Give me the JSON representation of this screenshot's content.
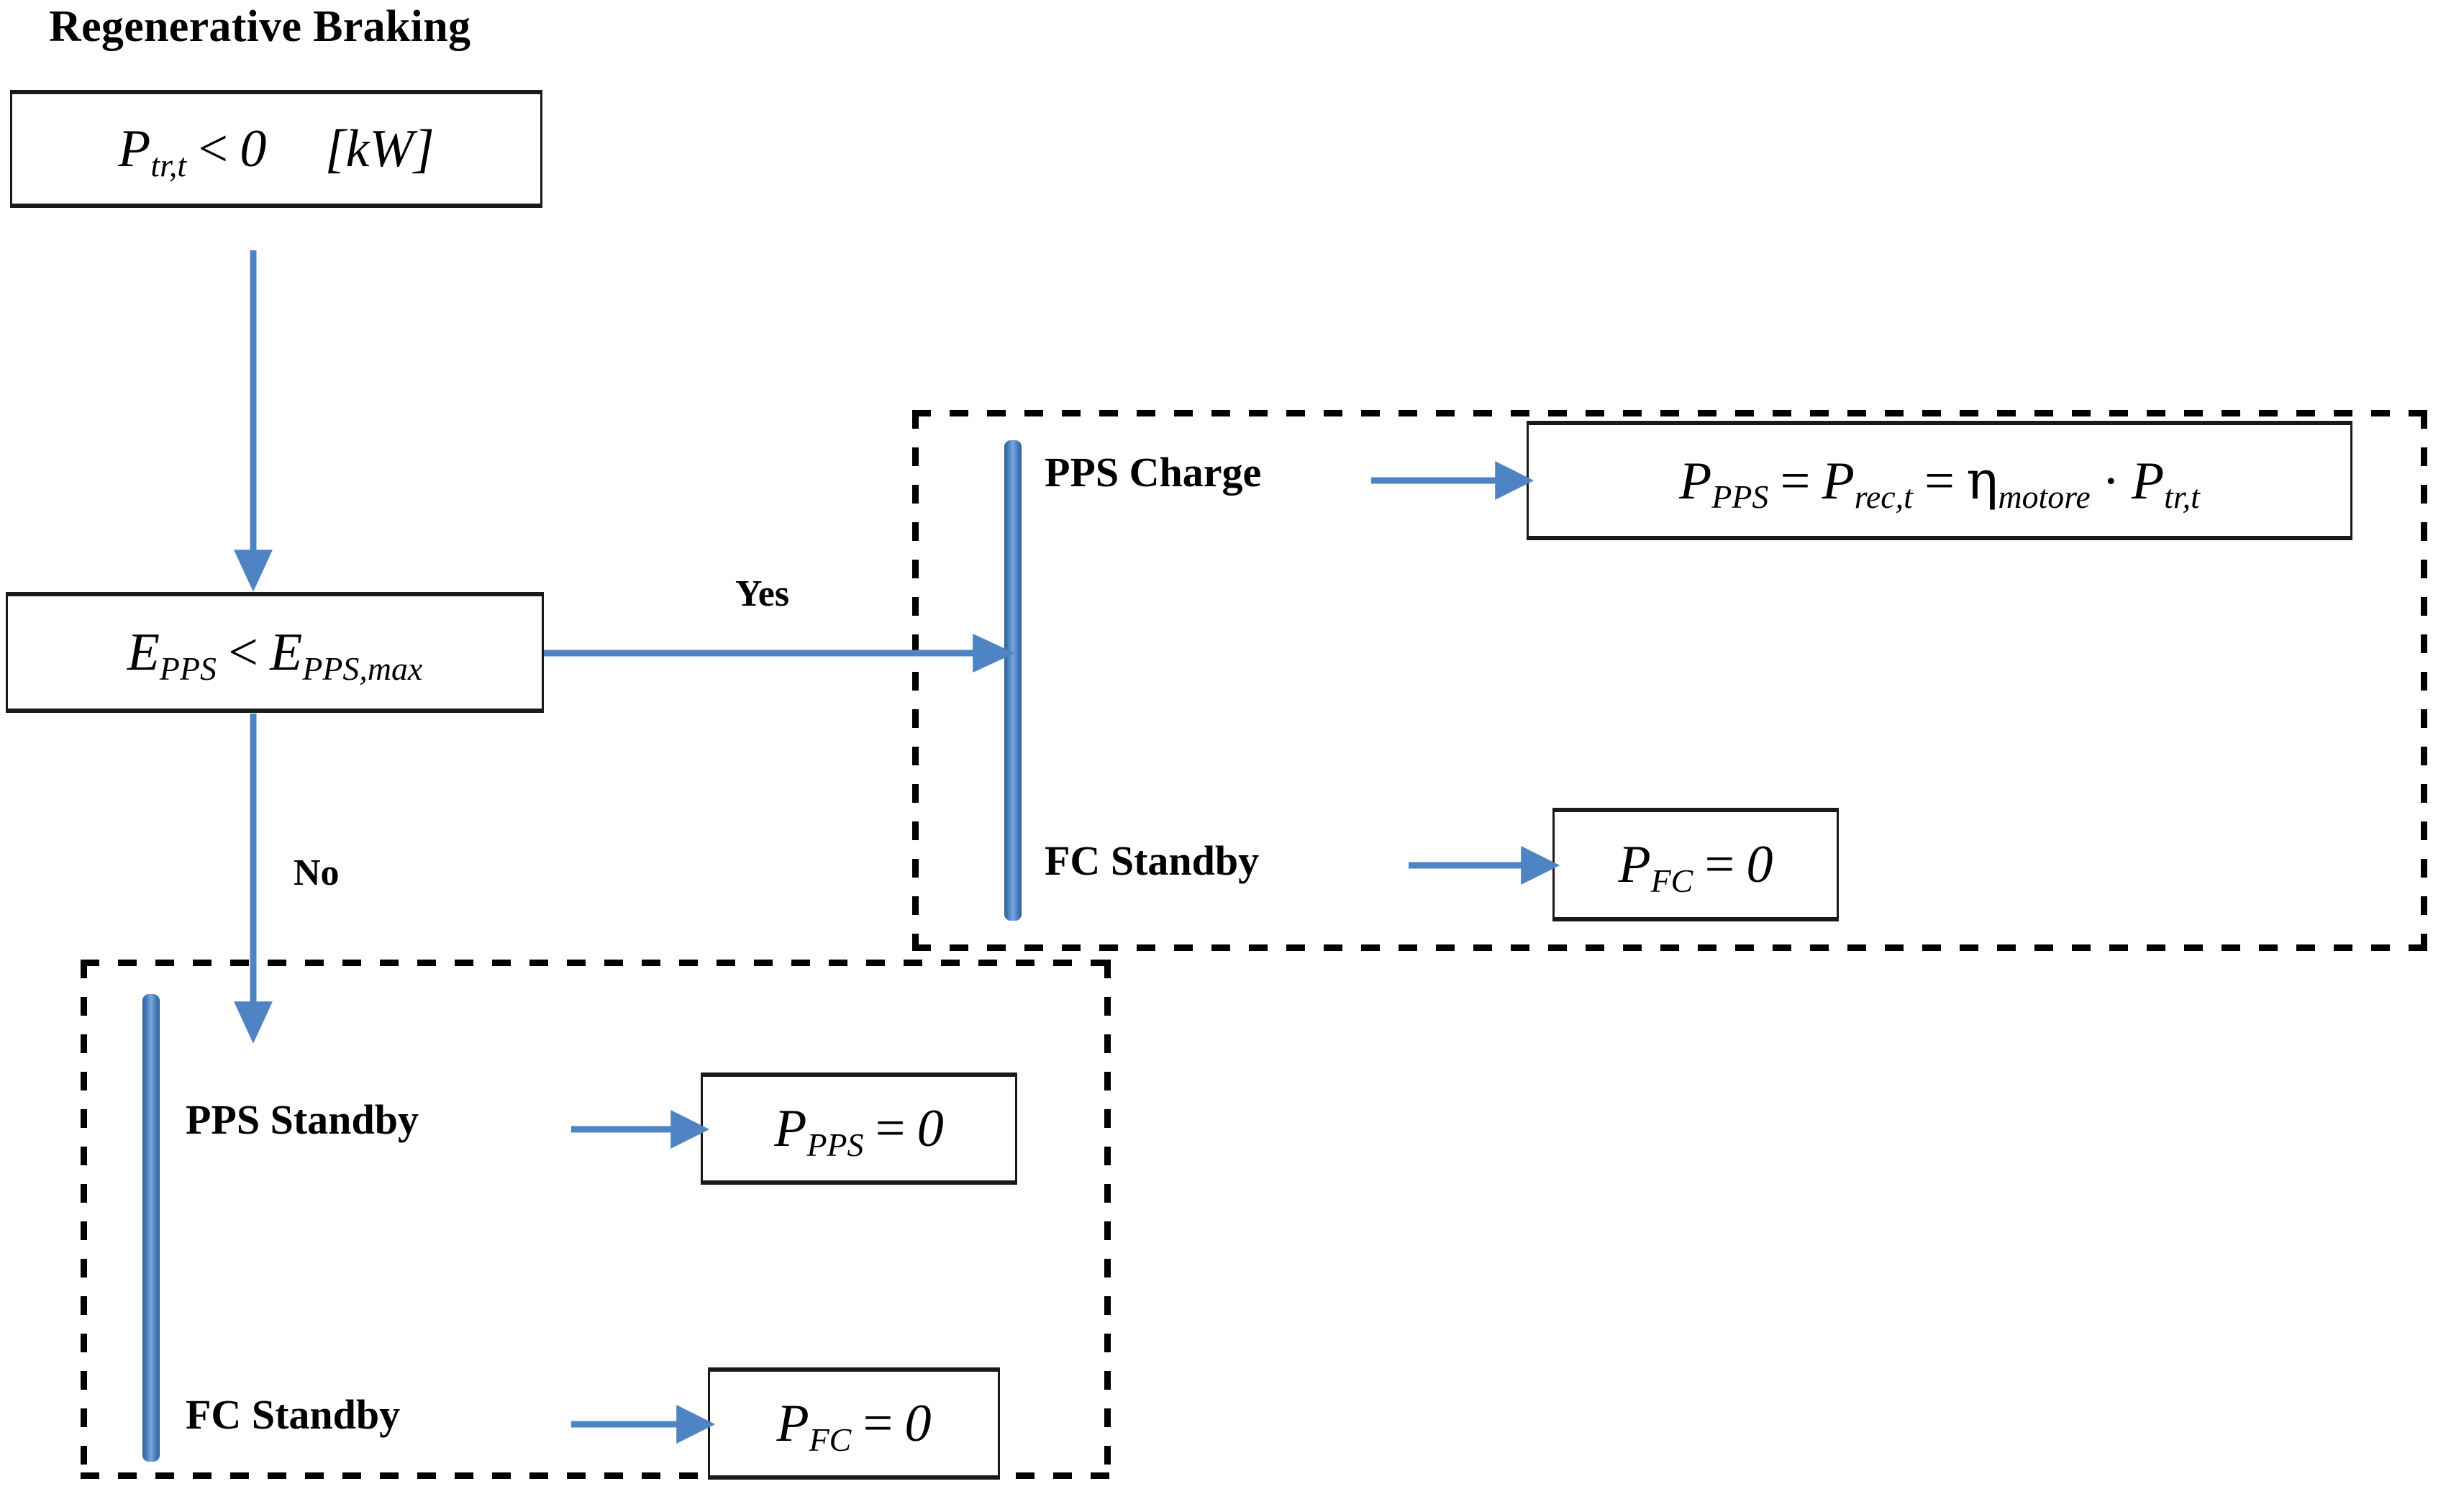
{
  "diagram": {
    "title": "Regenerative Braking",
    "accent_blue": "#4f84c4",
    "line_black": "#1a1a1a"
  },
  "start_condition": {
    "label": "P_tr,t < 0  [kW]",
    "symbol": "P",
    "subscript": "tr,t",
    "operator": "<",
    "value": "0",
    "unit": "[kW]"
  },
  "decision": {
    "label": "E_PPS < E_PPS,max",
    "left_symbol": "E",
    "left_subscript": "PPS",
    "operator": "<",
    "right_symbol": "E",
    "right_subscript": "PPS,max",
    "yes_label": "Yes",
    "no_label": "No"
  },
  "yes_branch": {
    "rows": [
      {
        "state": "PPS Charge",
        "equation": {
          "text": "P_PPS = P_rec,t = η_motore · P_tr,t",
          "terms": [
            {
              "sym": "P",
              "sub": "PPS"
            },
            {
              "op": "="
            },
            {
              "sym": "P",
              "sub": "rec,t"
            },
            {
              "op": "="
            },
            {
              "eta": "η",
              "sub": "motore"
            },
            {
              "op": "·"
            },
            {
              "sym": "P",
              "sub": "tr,t"
            }
          ]
        }
      },
      {
        "state": "FC Standby",
        "equation": {
          "text": "P_FC = 0",
          "terms": [
            {
              "sym": "P",
              "sub": "FC"
            },
            {
              "op": "="
            },
            {
              "num": "0"
            }
          ]
        }
      }
    ]
  },
  "no_branch": {
    "rows": [
      {
        "state": "PPS Standby",
        "equation": {
          "text": "P_PPS = 0",
          "terms": [
            {
              "sym": "P",
              "sub": "PPS"
            },
            {
              "op": "="
            },
            {
              "num": "0"
            }
          ]
        }
      },
      {
        "state": "FC Standby",
        "equation": {
          "text": "P_FC = 0",
          "terms": [
            {
              "sym": "P",
              "sub": "FC"
            },
            {
              "op": "="
            },
            {
              "num": "0"
            }
          ]
        }
      }
    ]
  },
  "labels": {
    "title": "Regenerative Braking",
    "yes": "Yes",
    "no": "No",
    "pps_charge": "PPS Charge",
    "fc_standby_top": "FC Standby",
    "pps_standby": "PPS Standby",
    "fc_standby_bottom": "FC Standby"
  },
  "equations": {
    "start": {
      "p": "P",
      "sub": "tr,t",
      "op": "<",
      "val": "0",
      "unit": "[kW]"
    },
    "decision": {
      "e1": "E",
      "sub1": "PPS",
      "op": "<",
      "e2": "E",
      "sub2": "PPS,max"
    },
    "pps_charge": {
      "p1": "P",
      "s1": "PPS",
      "op1": "=",
      "p2": "P",
      "s2": "rec,t",
      "op2": "=",
      "eta": "η",
      "s3": "motore",
      "dot": "·",
      "p3": "P",
      "s4": "tr,t"
    },
    "fc_zero_top": {
      "p": "P",
      "sub": "FC",
      "op": "=",
      "val": "0"
    },
    "pps_zero": {
      "p": "P",
      "sub": "PPS",
      "op": "=",
      "val": "0"
    },
    "fc_zero_bottom": {
      "p": "P",
      "sub": "FC",
      "op": "=",
      "val": "0"
    }
  }
}
